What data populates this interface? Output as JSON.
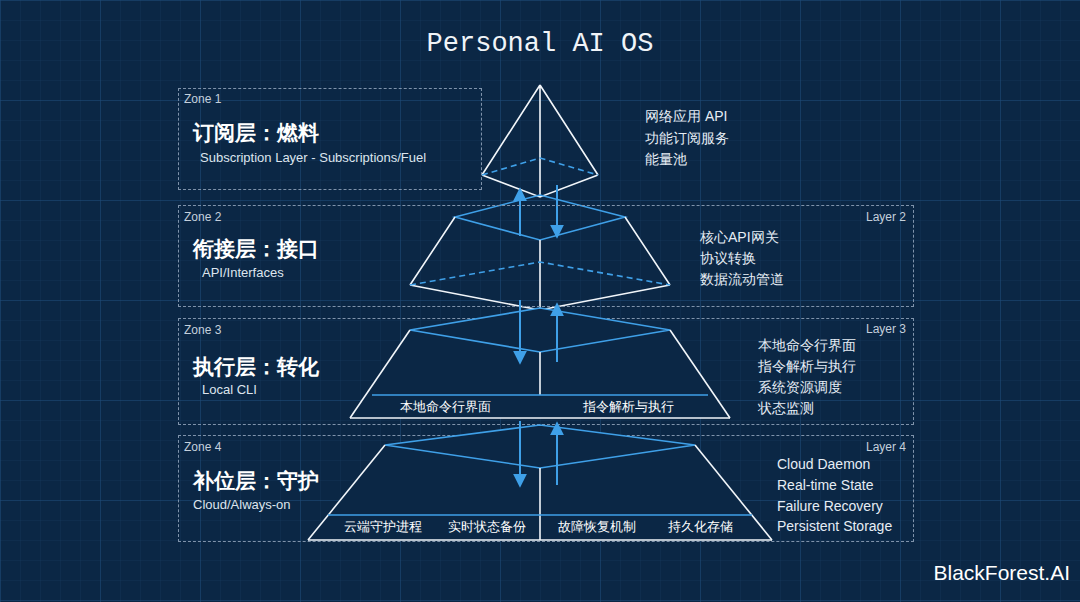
{
  "diagram": {
    "title": "Personal AI OS",
    "nodes": [
      {
        "text": [
          "Zone 1",
          "订阅层：燃料",
          "Subscription Layer - Subscriptions/Fuel"
        ]
      },
      {
        "text": [
          "Zone 2",
          "衔接层：接口",
          "API/Interfaces",
          "Layer 2",
          "核心API网关",
          "协议转换",
          "数据流动管道"
        ]
      },
      {
        "text": [
          "Zone 3",
          "执行层：转化",
          "Local CLI",
          "Layer 3",
          "本地命令行界面",
          "指令解析与执行",
          "系统资源调度",
          "状态监测"
        ]
      },
      {
        "text": [
          "本地命令行界面",
          "指令解析与执行"
        ],
        "in": 2
      },
      {
        "text": [
          "Zone 4",
          "补位层：守护",
          "Cloud/Always-on",
          "Layer 4",
          "Cloud Daemon",
          "Real-time State",
          "Failure Recovery",
          "Persistent Storage"
        ]
      },
      {
        "text": [
          "云端守护进程",
          "实时状态备份",
          "故障恢复机制",
          "持久化存储"
        ],
        "in": 4
      }
    ],
    "labels": [
      "网络应用 API",
      "功能订阅服务",
      "能量池",
      "BlackForest.AI"
    ]
  }
}
